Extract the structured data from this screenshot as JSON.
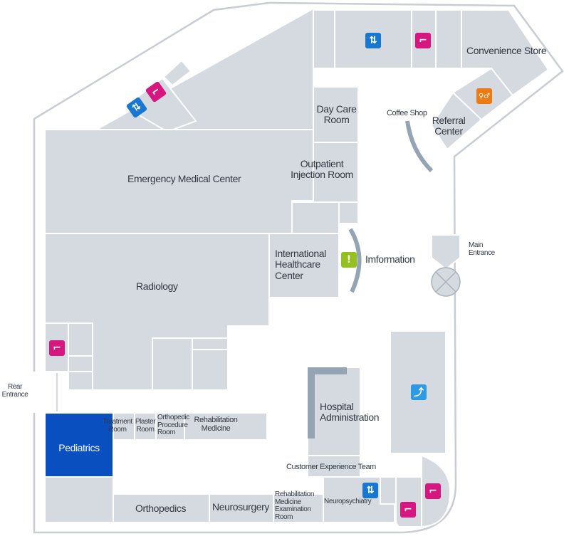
{
  "colors": {
    "room": "#d5d9e0",
    "selected_room": "#0a4fbf",
    "wall_outline": "#c8ccd3",
    "partition": "#95a4b2",
    "stairs": "#d6177f",
    "elevator": "#1877d0",
    "escalator": "#2f9ae4",
    "restroom": "#f07a12",
    "information": "#94c11f"
  },
  "selected_facility": "Pediatrics",
  "labels": {
    "emergency": "Emergency Medical Center",
    "day_care_1": "Day Care",
    "day_care_2": "Room",
    "outpatient_1": "Outpatient",
    "outpatient_2": "Injection Room",
    "convenience": "Convenience Store",
    "coffee": "Coffee Shop",
    "referral_1": "Referral",
    "referral_2": "Center",
    "international_1": "International",
    "international_2": "Healthcare",
    "international_3": "Center",
    "information": "Imformation",
    "main_entrance_1": "Main",
    "main_entrance_2": "Entrance",
    "radiology": "Radiology",
    "rear_entrance_1": "Rear",
    "rear_entrance_2": "Entrance",
    "pediatrics": "Pediatrics",
    "treatment_1": "Treatment",
    "treatment_2": "Room",
    "plaster_1": "Plaster",
    "plaster_2": "Room",
    "ortho_proc_1": "Orthopedic",
    "ortho_proc_2": "Procedure",
    "ortho_proc_3": "Room",
    "rehab_1": "Rehabilitation",
    "rehab_2": "Medicine",
    "hospital_admin_1": "Hospital",
    "hospital_admin_2": "Administration",
    "customer_exp": "Customer Experience Team",
    "orthopedics": "Orthopedics",
    "neurosurgery": "Neurosurgery",
    "rehab_exam_1": "Rehabilitation",
    "rehab_exam_2": "Medicine",
    "rehab_exam_3": "Examination",
    "rehab_exam_4": "Room",
    "neuropsychiatry": "Neuropsychiatry"
  },
  "icons": {
    "elevator": "⇅",
    "stairs": "⌐",
    "escalator": "⤴",
    "restroom": "♀♂",
    "info": "!"
  }
}
